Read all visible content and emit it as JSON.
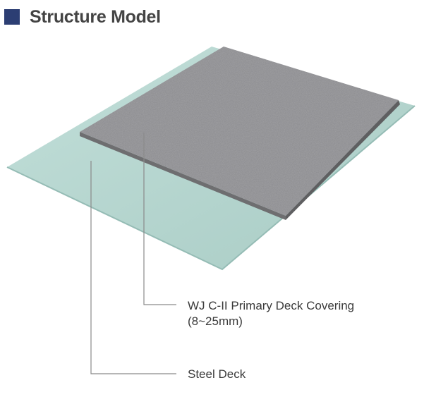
{
  "title": "Structure Model",
  "colors": {
    "title_square": "#2c3e73",
    "steel_deck": "#b5d6d0",
    "primary_covering": "#9a9a9c",
    "leader_line": "#8a8a8a"
  },
  "layers": [
    {
      "name": "WJ C-II Primary Deck Covering",
      "thickness": "(8~25mm)"
    },
    {
      "name": "Steel Deck"
    }
  ]
}
